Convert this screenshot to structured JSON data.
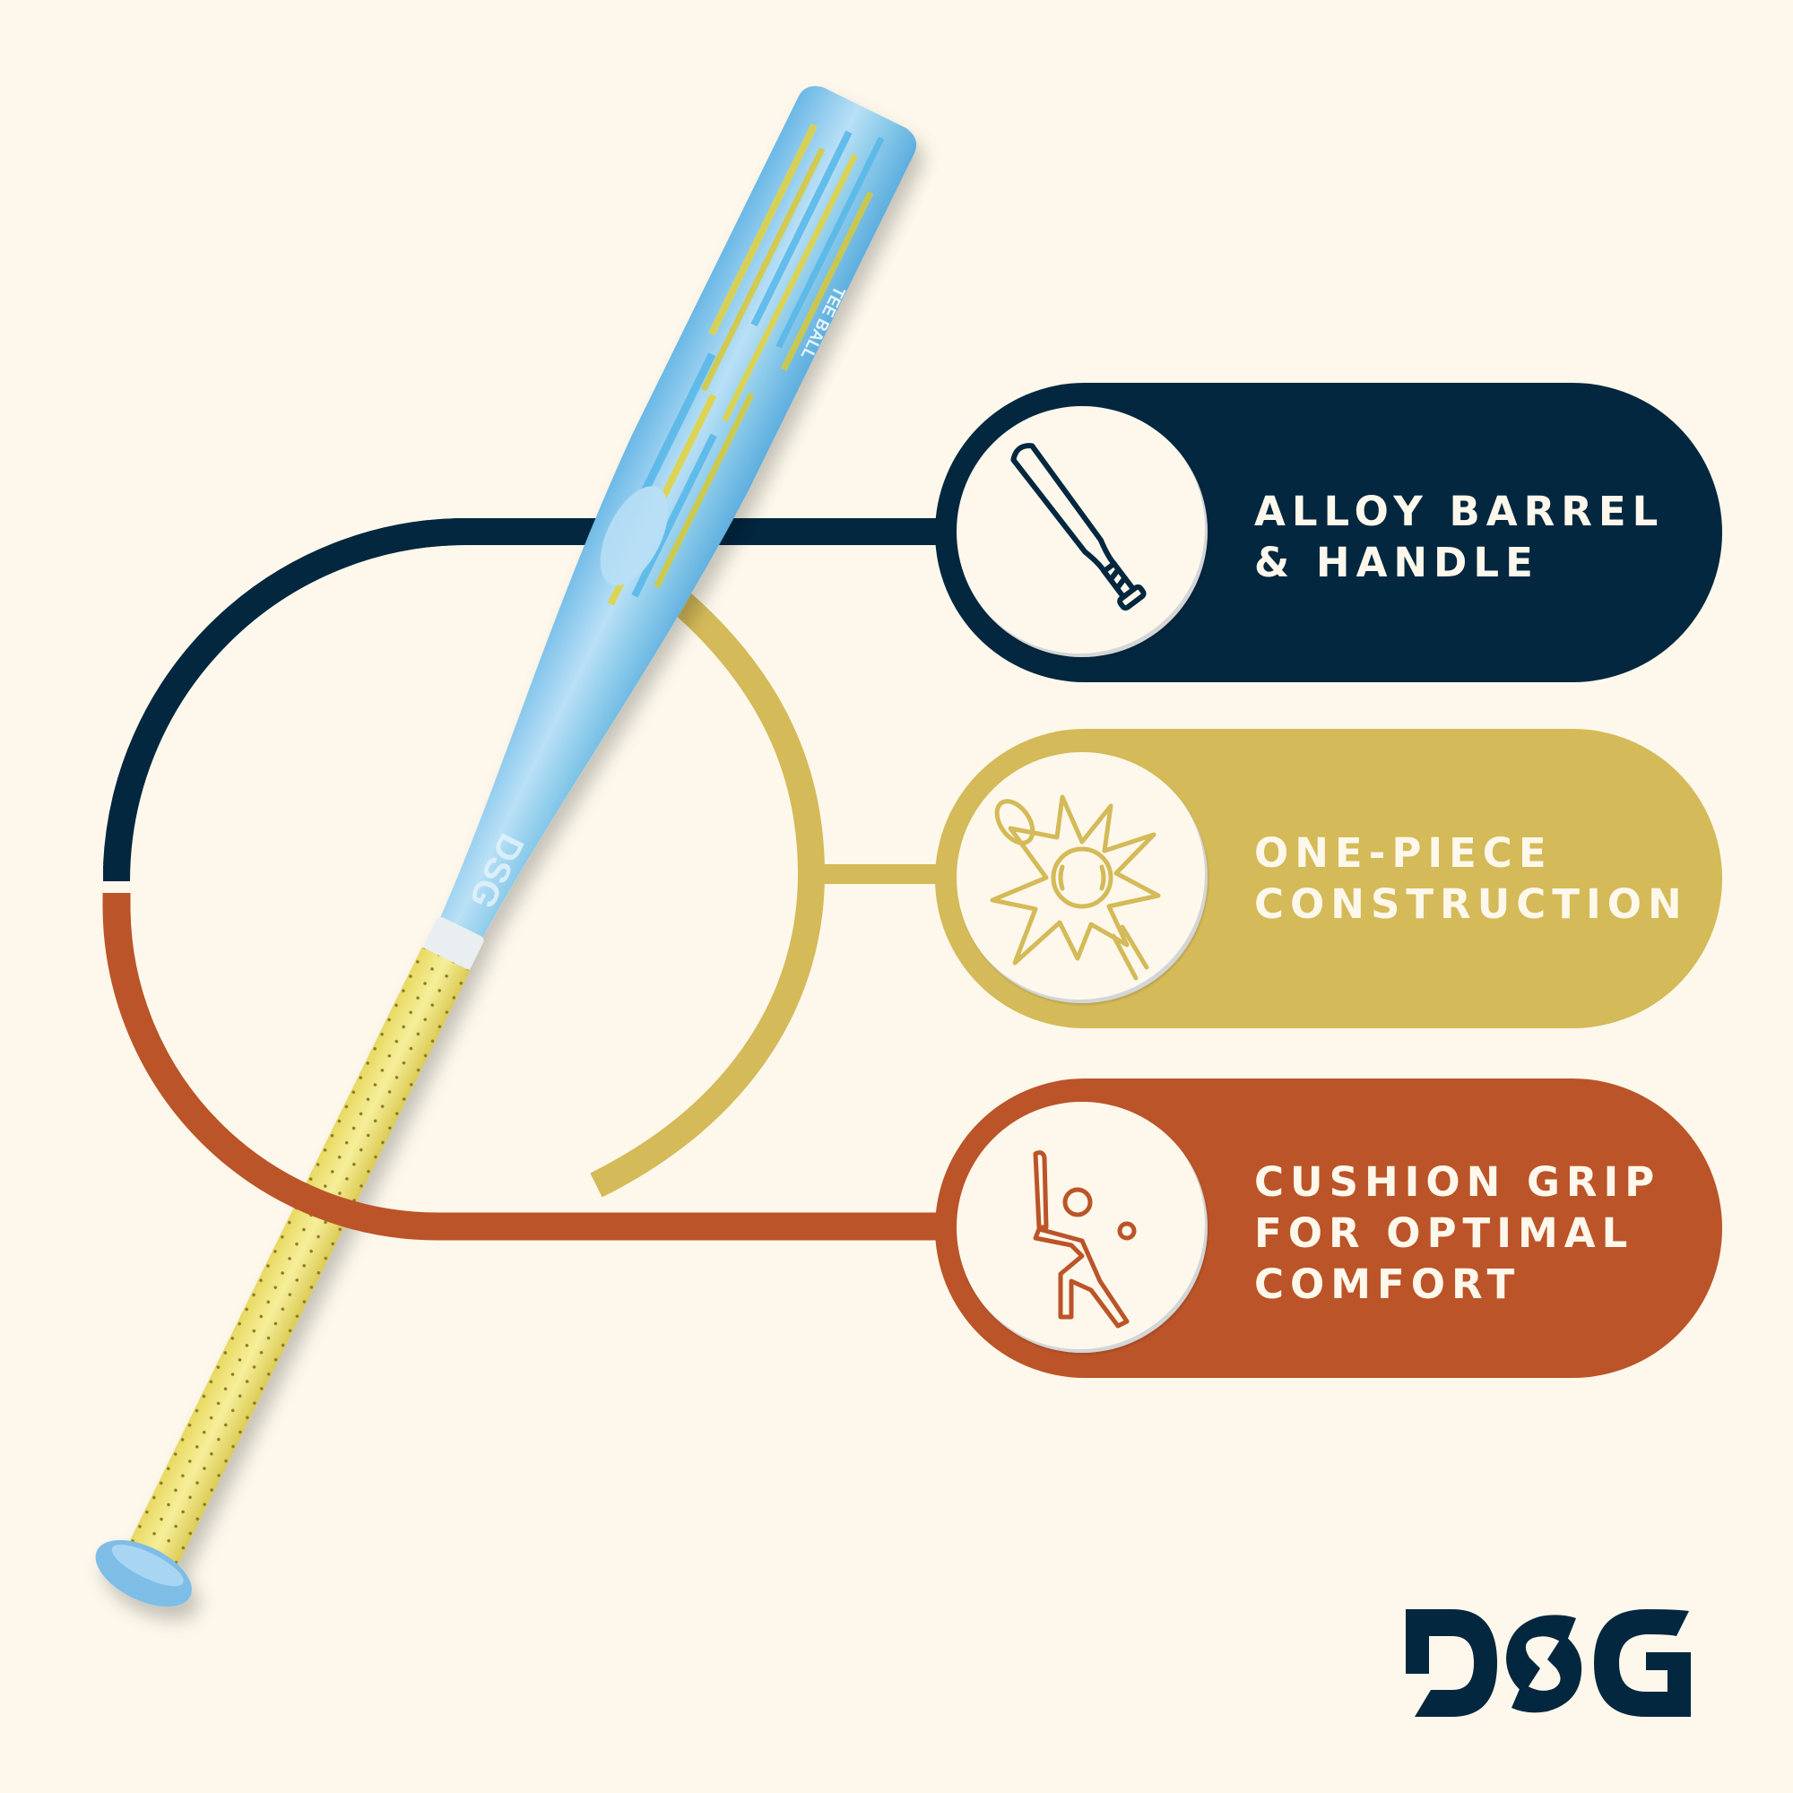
{
  "colors": {
    "background": "#FDF8EB",
    "navy": "#03273F",
    "gold": "#D4BA58",
    "orange": "#BB5428",
    "bat_blue": "#8CCBEA",
    "grip_yellow": "#EFE37A"
  },
  "product": {
    "bat_label_barrel": "TEE BALL",
    "bat_label_handle": "DSG"
  },
  "features": [
    {
      "icon": "baseball-bat-icon",
      "lines": [
        "ALLOY BARREL",
        "& HANDLE"
      ],
      "color": "#03273F"
    },
    {
      "icon": "ball-impact-icon",
      "lines": [
        "ONE-PIECE",
        "CONSTRUCTION"
      ],
      "color": "#D4BA58"
    },
    {
      "icon": "batter-icon",
      "lines": [
        "CUSHION GRIP",
        "FOR OPTIMAL",
        "COMFORT"
      ],
      "color": "#BB5428"
    }
  ],
  "brand": {
    "logo_text": "DSG"
  }
}
